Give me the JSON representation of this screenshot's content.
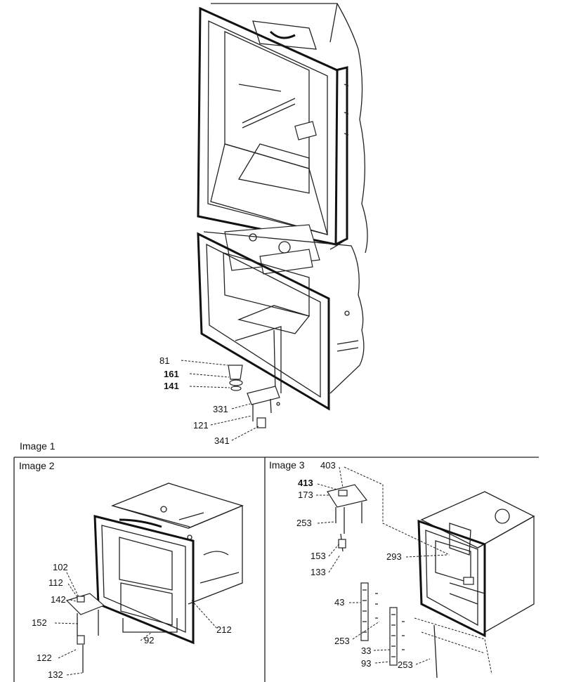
{
  "panels": {
    "image1": {
      "title": "Image 1",
      "callouts": [
        "81",
        "161",
        "141",
        "331",
        "121",
        "341"
      ]
    },
    "image2": {
      "title": "Image 2",
      "callouts": [
        "102",
        "112",
        "142",
        "152",
        "122",
        "132",
        "92",
        "212"
      ]
    },
    "image3": {
      "title": "Image 3",
      "callouts": [
        "403",
        "413",
        "173",
        "253",
        "153",
        "133",
        "293",
        "43",
        "253",
        "33",
        "93",
        "253"
      ]
    }
  }
}
